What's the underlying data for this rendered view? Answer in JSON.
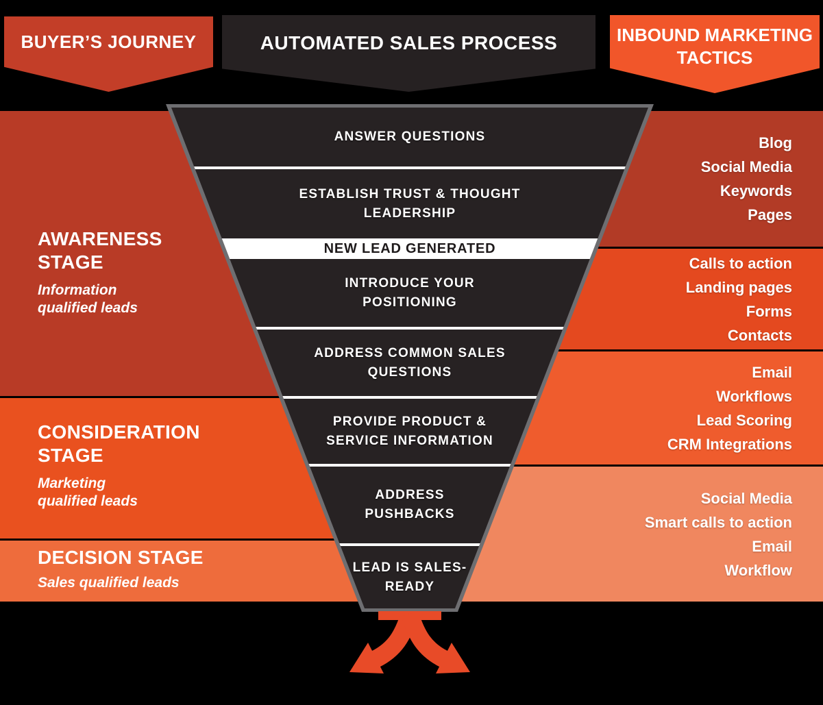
{
  "colors": {
    "background": "#000000",
    "banner_red": "#c33e28",
    "banner_dark": "#262122",
    "banner_orange": "#f1562a",
    "funnel_border": "#6e6e71",
    "funnel_fill": "#272223",
    "funnel_separator": "#ffffff",
    "highlight_band": "#ffffff",
    "arrow": "#e84b28"
  },
  "banners": {
    "left": {
      "label": "BUYER’S JOURNEY",
      "bg": "#c33e28"
    },
    "center": {
      "label": "AUTOMATED SALES PROCESS",
      "bg": "#262122"
    },
    "right": {
      "label": "INBOUND MARKETING TACTICS",
      "bg": "#f1562a"
    }
  },
  "journey_stages": [
    {
      "title": "AWARENESS STAGE",
      "subtitle": "Information qualified leads",
      "bg": "#b83b26"
    },
    {
      "title": "CONSIDERATION STAGE",
      "subtitle": "Marketing qualified leads",
      "bg": "#e9511f"
    },
    {
      "title": "DECISION STAGE",
      "subtitle": "Sales qualified leads",
      "bg": "#ee6c3c"
    }
  ],
  "funnel": {
    "border": "#6e6e71",
    "fill": "#272223",
    "separator": "#ffffff",
    "steps": [
      {
        "label": "ANSWER QUESTIONS"
      },
      {
        "label": "ESTABLISH TRUST & THOUGHT LEADERSHIP"
      },
      {
        "label": "NEW LEAD GENERATED",
        "highlight": true
      },
      {
        "label": "INTRODUCE YOUR POSITIONING"
      },
      {
        "label": "ADDRESS COMMON SALES QUESTIONS"
      },
      {
        "label": "PROVIDE PRODUCT & SERVICE INFORMATION"
      },
      {
        "label": "ADDRESS PUSHBACKS"
      },
      {
        "label": "LEAD IS SALES-READY"
      }
    ]
  },
  "tactics_groups": [
    {
      "bg": "#b23b26",
      "items": [
        "Blog",
        "Social Media",
        "Keywords",
        "Pages"
      ]
    },
    {
      "bg": "#e4491f",
      "items": [
        "Calls to action",
        "Landing pages",
        "Forms",
        "Contacts"
      ]
    },
    {
      "bg": "#ef5c2d",
      "items": [
        "Email",
        "Workflows",
        "Lead Scoring",
        "CRM Integrations"
      ]
    },
    {
      "bg": "#f0875f",
      "items": [
        "Social Media",
        "Smart calls to action",
        "Email",
        "Workflow"
      ]
    }
  ]
}
